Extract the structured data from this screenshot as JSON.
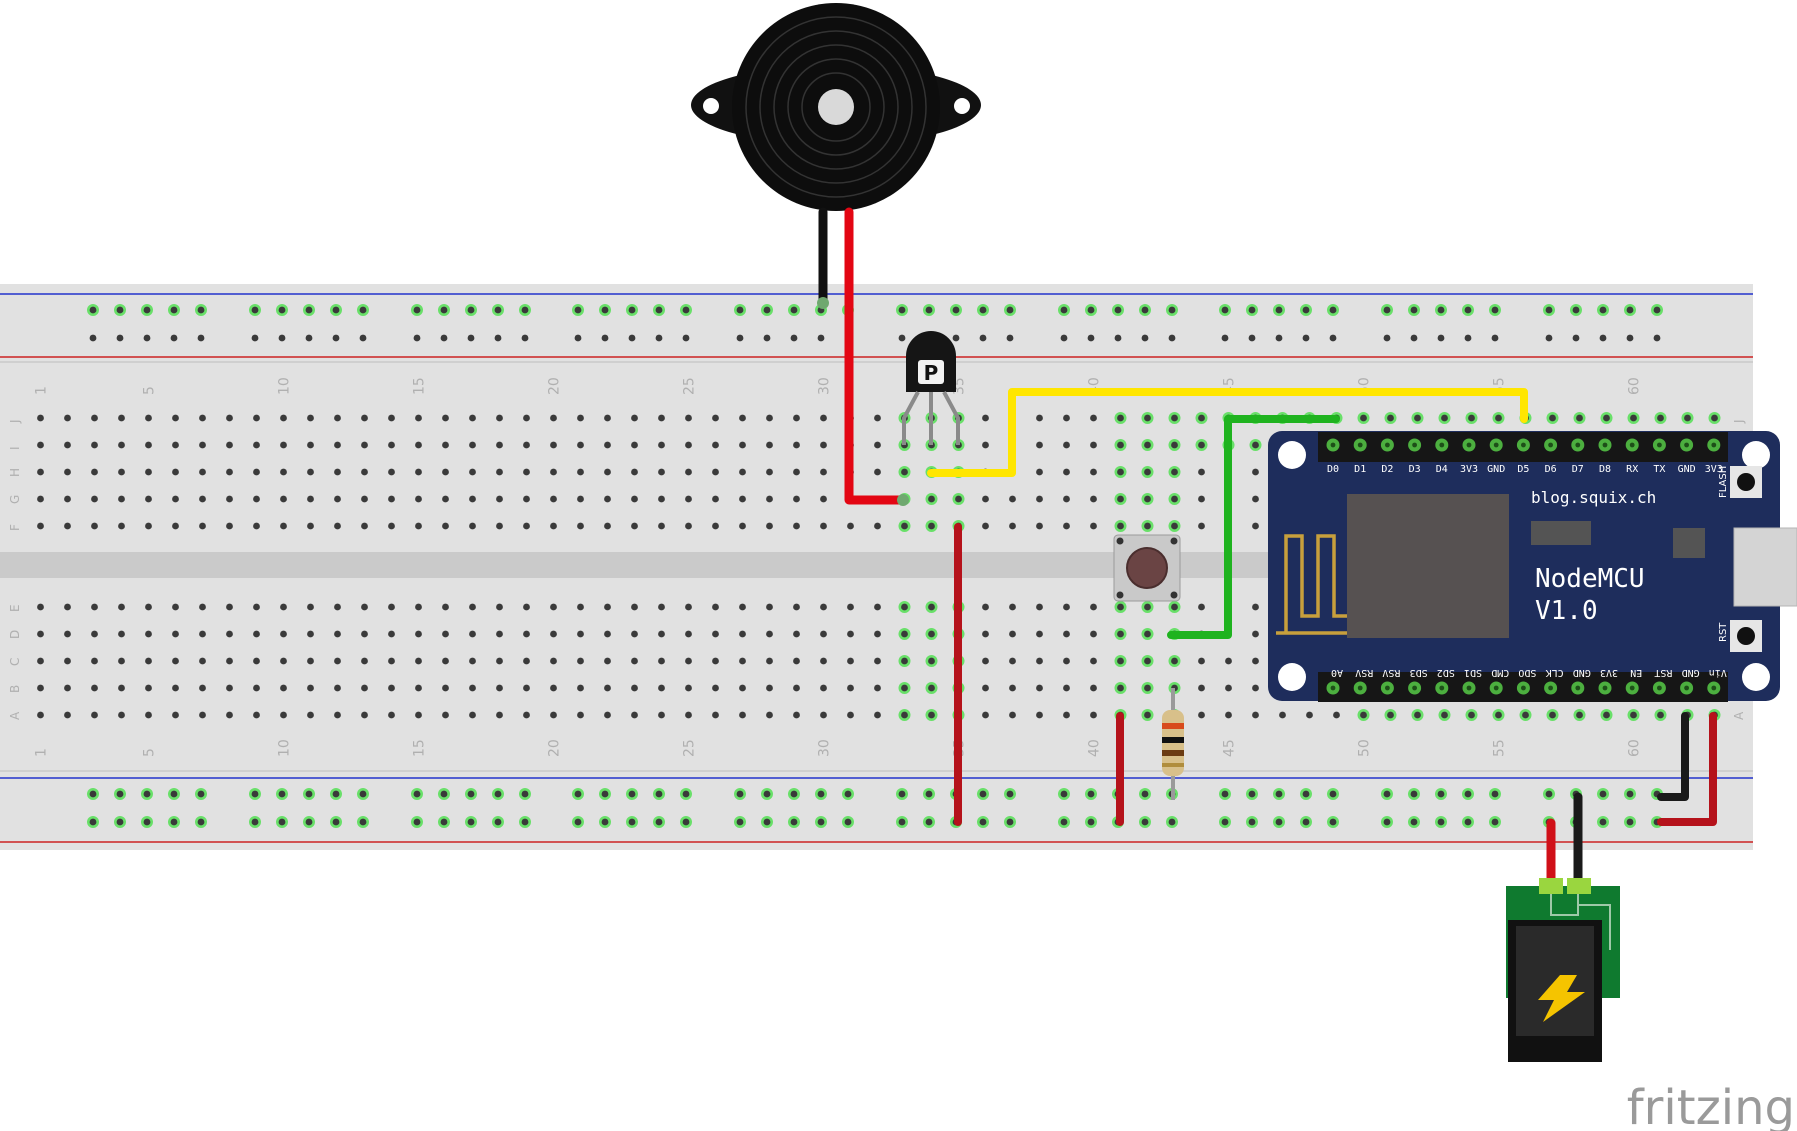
{
  "breadboard": {
    "column_numbers": [
      "1",
      "5",
      "10",
      "15",
      "20",
      "25",
      "30",
      "35",
      "40",
      "45",
      "50",
      "55",
      "60"
    ],
    "rows_top": [
      "J",
      "I",
      "H",
      "G",
      "F"
    ],
    "rows_bottom": [
      "E",
      "D",
      "C",
      "B",
      "A"
    ]
  },
  "transistor": {
    "label": "P"
  },
  "nodemcu": {
    "url": "blog.squix.ch",
    "title_line1": "NodeMCU",
    "title_line2": "V1.0",
    "flash_label": "FLASH",
    "rst_label": "RST",
    "top_pins": [
      "D0",
      "D1",
      "D2",
      "D3",
      "D4",
      "3V3",
      "GND",
      "D5",
      "D6",
      "D7",
      "D8",
      "RX",
      "TX",
      "GND",
      "3V3"
    ],
    "bottom_pins": [
      "A0",
      "RSV",
      "RSV",
      "SD3",
      "SD2",
      "SD1",
      "CMD",
      "SDO",
      "CLK",
      "GND",
      "3V3",
      "EN",
      "RST",
      "GND",
      "Vin"
    ]
  },
  "watermark": "fritzing",
  "colors": {
    "wire_red": "#e30613",
    "wire_dark_red": "#b5121b",
    "wire_black": "#1a1a1a",
    "wire_yellow": "#ffe600",
    "wire_green": "#1fb31f",
    "board_blue": "#1e2d5c",
    "header_green": "#4caf3f"
  }
}
